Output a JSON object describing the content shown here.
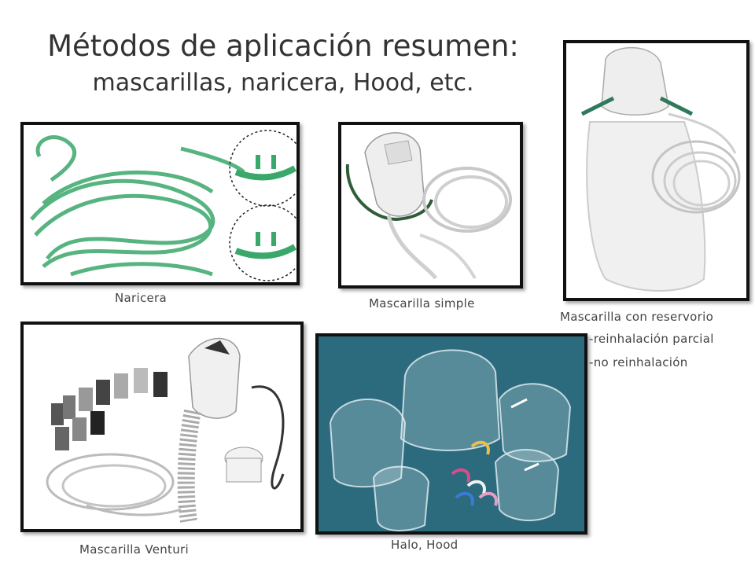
{
  "slide": {
    "title": "Métodos de aplicación resumen:",
    "subtitle": "mascarillas, naricera, Hood, etc."
  },
  "images": [
    {
      "caption": "Naricera",
      "icon": "nasal-cannula-photo"
    },
    {
      "caption": "Mascarilla simple",
      "icon": "simple-mask-photo"
    },
    {
      "caption": "Mascarilla con reservorio",
      "icon": "reservoir-mask-photo",
      "notes": [
        "-reinhalación parcial",
        "-no reinhalación"
      ]
    },
    {
      "caption": "Mascarilla Venturi",
      "icon": "venturi-mask-photo"
    },
    {
      "caption": "Halo, Hood",
      "icon": "oxygen-hood-photo"
    }
  ],
  "colors": {
    "frame": "#111111",
    "hood_background": "#2b6b7d",
    "cannula_green": "#3aa86a"
  }
}
